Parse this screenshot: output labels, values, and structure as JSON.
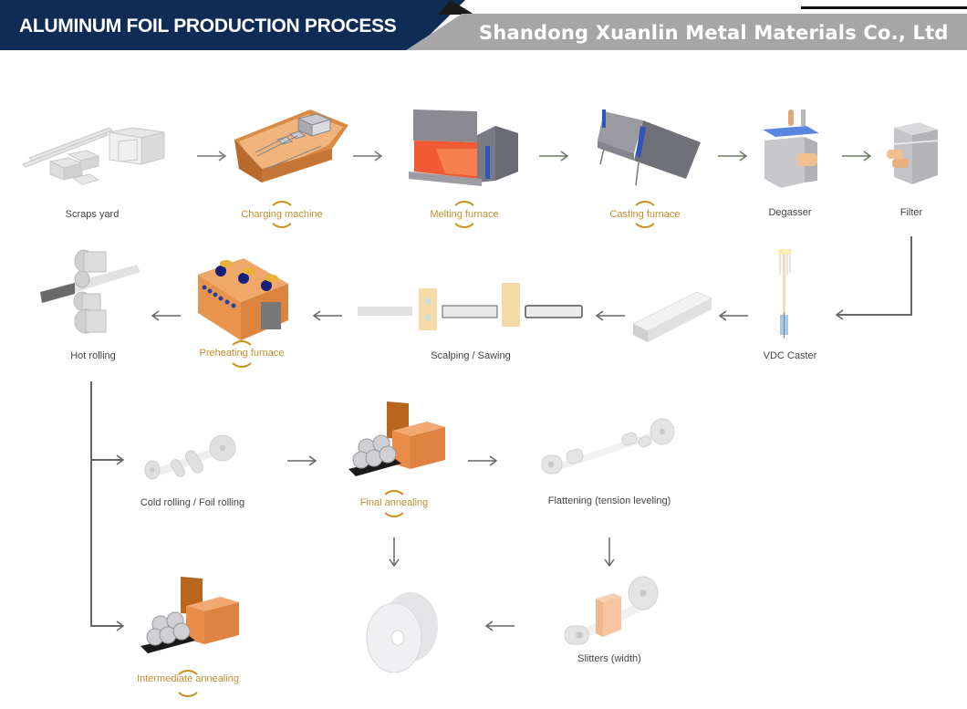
{
  "header": {
    "title": "ALUMINUM FOIL PRODUCTION PROCESS",
    "company": "Shandong Xuanlin Metal Materials Co., Ltd"
  },
  "colors": {
    "header_blue": "#0f2c56",
    "header_gray": "#a6a6a6",
    "highlight_label": "#c09030",
    "ring": "#c8901e",
    "arrow": "#666666",
    "furnace_orange": "#e08a45",
    "steel_gray": "#9a9a9a",
    "accent_blue": "#2f55b8"
  },
  "steps": [
    {
      "id": "scraps-yard",
      "label": "Scraps yard",
      "highlight": false
    },
    {
      "id": "charging-machine",
      "label": "Charging machine",
      "highlight": true
    },
    {
      "id": "melting-furnace",
      "label": "Melting furnace",
      "highlight": true
    },
    {
      "id": "casting-furnace",
      "label": "Casting furnace",
      "highlight": true
    },
    {
      "id": "degasser",
      "label": "Degasser",
      "highlight": false
    },
    {
      "id": "filter",
      "label": "Filter",
      "highlight": false
    },
    {
      "id": "vdc-caster",
      "label": "VDC Caster",
      "highlight": false
    },
    {
      "id": "ingot",
      "label": "",
      "highlight": false
    },
    {
      "id": "scalping-sawing",
      "label": "Scalping / Sawing",
      "highlight": false
    },
    {
      "id": "preheating-furnace",
      "label": "Preheating furnace",
      "highlight": true
    },
    {
      "id": "hot-rolling",
      "label": "Hot rolling",
      "highlight": false
    },
    {
      "id": "cold-rolling",
      "label": "Cold rolling / Foil rolling",
      "highlight": false
    },
    {
      "id": "final-annealing",
      "label": "Final annealing",
      "highlight": true
    },
    {
      "id": "flattening",
      "label": "Flattening (tension leveling)",
      "highlight": false
    },
    {
      "id": "slitters",
      "label": "Slitters (width)",
      "highlight": false
    },
    {
      "id": "foil-roll",
      "label": "",
      "highlight": false
    },
    {
      "id": "intermediate-annealing",
      "label": "Intermediate annealing",
      "highlight": true
    }
  ]
}
